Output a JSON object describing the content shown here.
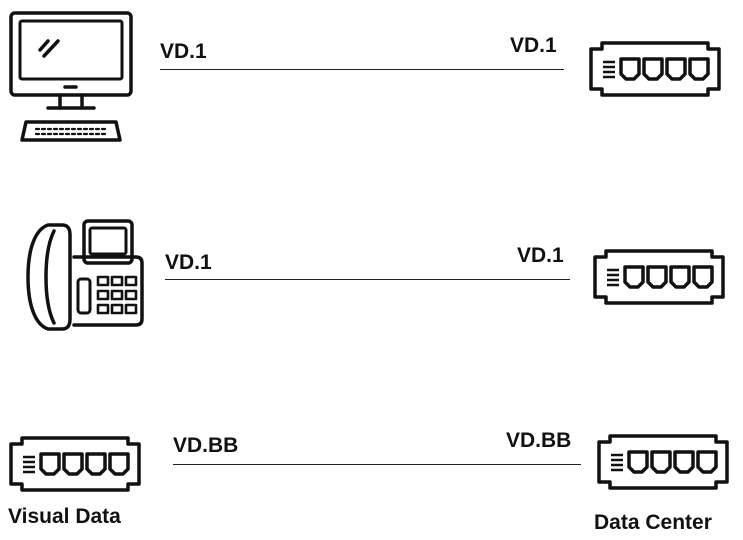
{
  "rows": [
    {
      "left_device": "computer-icon",
      "right_device": "switch-icon",
      "left_label": "VD.1",
      "right_label": "VD.1"
    },
    {
      "left_device": "desk-phone-icon",
      "right_device": "switch-icon",
      "left_label": "VD.1",
      "right_label": "VD.1"
    },
    {
      "left_device": "switch-icon",
      "right_device": "switch-icon",
      "left_label": "VD.BB",
      "right_label": "VD.BB"
    }
  ],
  "captions": {
    "left": "Visual Data",
    "right": "Data Center"
  }
}
